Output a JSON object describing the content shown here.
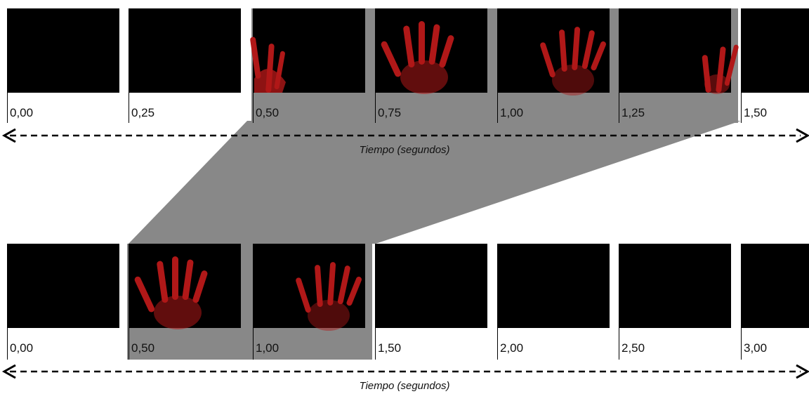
{
  "top_row": {
    "axis_label": "Tiempo (segundos)",
    "frames": [
      {
        "label": "0,00",
        "highlighted": false,
        "content": "black"
      },
      {
        "label": "0,25",
        "highlighted": false,
        "content": "black"
      },
      {
        "label": "0,50",
        "highlighted": true,
        "content": "hand-partial-left"
      },
      {
        "label": "0,75",
        "highlighted": true,
        "content": "hand-full"
      },
      {
        "label": "1,00",
        "highlighted": true,
        "content": "hand-right"
      },
      {
        "label": "1,25",
        "highlighted": true,
        "content": "hand-partial-right"
      },
      {
        "label": "1,50",
        "highlighted": false,
        "content": "black"
      }
    ]
  },
  "bottom_row": {
    "axis_label": "Tiempo (segundos)",
    "frames": [
      {
        "label": "0,00",
        "highlighted": false,
        "content": "black"
      },
      {
        "label": "0,50",
        "highlighted": true,
        "content": "hand-full"
      },
      {
        "label": "1,00",
        "highlighted": true,
        "content": "hand-right"
      },
      {
        "label": "1,50",
        "highlighted": false,
        "content": "black"
      },
      {
        "label": "2,00",
        "highlighted": false,
        "content": "black"
      },
      {
        "label": "2,50",
        "highlighted": false,
        "content": "black"
      },
      {
        "label": "3,00",
        "highlighted": false,
        "content": "black"
      }
    ]
  },
  "colors": {
    "frame": "#000000",
    "highlight": "#888888",
    "hand": "#b01818",
    "axis": "#000000"
  }
}
